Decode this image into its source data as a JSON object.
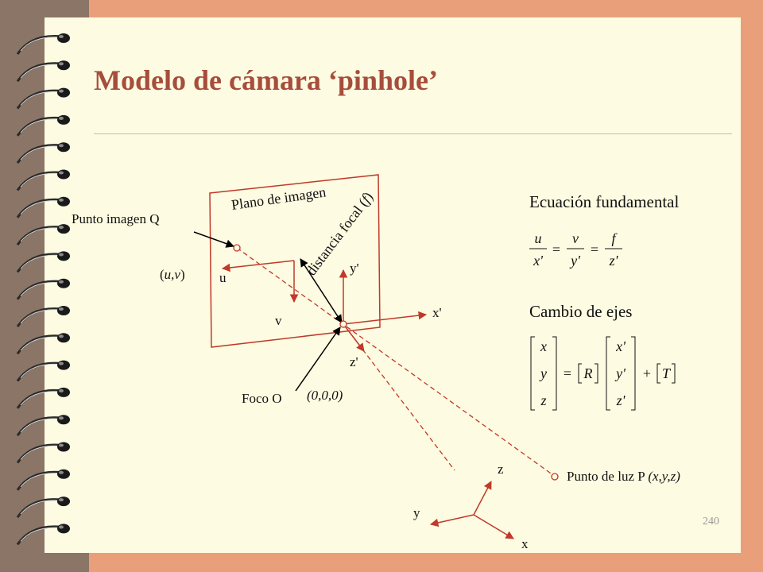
{
  "slide": {
    "title": "Modelo de cámara ‘pinhole’",
    "page_number": "240"
  },
  "diagram": {
    "image_plane_label": "Plano de imagen",
    "focal_distance_label": "distancia focal (",
    "focal_distance_var": "f",
    "focal_distance_close": ")",
    "image_point_label": "Punto imagen Q",
    "image_coords_open": "(",
    "image_coords": "u,v",
    "image_coords_close": ")",
    "axis_u": "u",
    "axis_v": "v",
    "axis_xp": "x'",
    "axis_yp": "y'",
    "axis_zp": "z'",
    "focus_label": "Foco O",
    "focus_coords": "(0,0,0)",
    "world_point_label": "Punto de luz P ",
    "world_point_coords": "(x,y,z)",
    "world_axis_x": "x",
    "world_axis_y": "y",
    "world_axis_z": "z"
  },
  "equations": {
    "fundamental_title": "Ecuación fundamental",
    "fundamental": {
      "num1": "u",
      "den1": "x'",
      "num2": "v",
      "den2": "y'",
      "num3": "f",
      "den3": "z'",
      "eq_sign": "="
    },
    "axes_change_title": "Cambio de ejes",
    "axes_change": {
      "left_vector": [
        "x",
        "y",
        "z"
      ],
      "rotation": "R",
      "right_vector": [
        "x'",
        "y'",
        "z'"
      ],
      "translation": "T",
      "eq_sign": "=",
      "plus_sign": "+"
    }
  },
  "colors": {
    "accent_red": "#c0392b",
    "title": "#a74d3c",
    "page": "#fdfbe1",
    "background": "#e9a07a"
  }
}
